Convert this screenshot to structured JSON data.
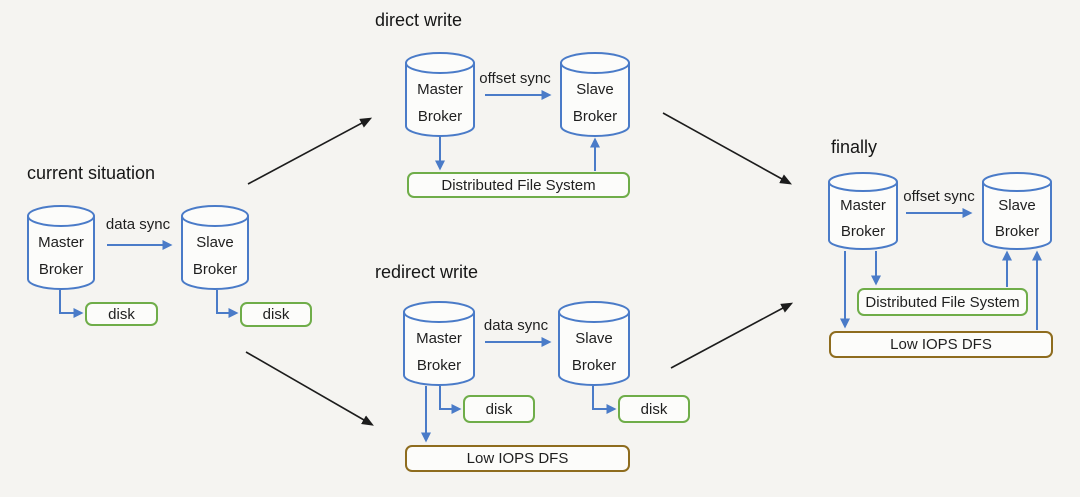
{
  "colors": {
    "blue_stroke": "#4a7bc8",
    "green_stroke": "#6fad49",
    "brown_stroke": "#8e6c1e",
    "black_arrow": "#1c1c1c",
    "background": "#f5f4f1",
    "text": "#1f1f1f"
  },
  "sections": {
    "current_situation": {
      "title": "current situation",
      "master_broker": {
        "line1": "Master",
        "line2": "Broker"
      },
      "slave_broker": {
        "line1": "Slave",
        "line2": "Broker"
      },
      "sync_arrow_label": "data sync",
      "master_disk_label": "disk",
      "slave_disk_label": "disk"
    },
    "direct_write": {
      "title": "direct write",
      "master_broker": {
        "line1": "Master",
        "line2": "Broker"
      },
      "slave_broker": {
        "line1": "Slave",
        "line2": "Broker"
      },
      "sync_arrow_label": "offset sync",
      "dfs_label": "Distributed File System"
    },
    "redirect_write": {
      "title": "redirect write",
      "master_broker": {
        "line1": "Master",
        "line2": "Broker"
      },
      "slave_broker": {
        "line1": "Slave",
        "line2": "Broker"
      },
      "sync_arrow_label": "data sync",
      "master_disk_label": "disk",
      "slave_disk_label": "disk",
      "low_iops_label": "Low IOPS DFS"
    },
    "finally": {
      "title": "finally",
      "master_broker": {
        "line1": "Master",
        "line2": "Broker"
      },
      "slave_broker": {
        "line1": "Slave",
        "line2": "Broker"
      },
      "sync_arrow_label": "offset sync",
      "dfs_label": "Distributed File System",
      "low_iops_label": "Low IOPS DFS"
    }
  }
}
